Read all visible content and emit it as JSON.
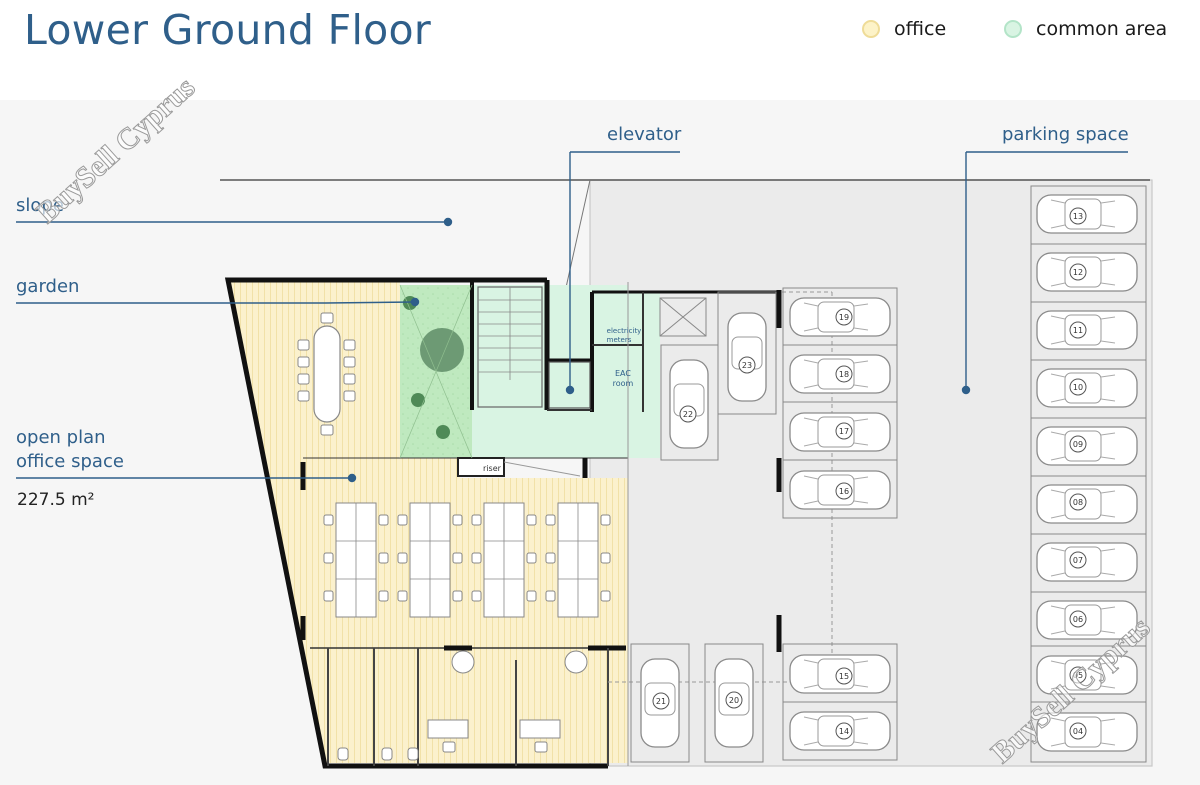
{
  "title": "Lower Ground Floor",
  "legend": [
    {
      "label": "office",
      "color": "#fdf3c8",
      "stroke": "#efdc98"
    },
    {
      "label": "common area",
      "color": "#d9f4e3",
      "stroke": "#b3e4c8"
    }
  ],
  "labels": {
    "slope": "slope",
    "garden": "garden",
    "elevator": "elevator",
    "parking": "parking space",
    "open_plan_1": "open plan",
    "open_plan_2": "office space",
    "area_value": "227.5 m²"
  },
  "rooms": {
    "electricity_1": "electricity",
    "electricity_2": "meters",
    "eac_1": "EAC",
    "eac_2": "room",
    "riser": "riser"
  },
  "parking_numbers": [
    "13",
    "12",
    "11",
    "10",
    "09",
    "08",
    "07",
    "06",
    "05",
    "04",
    "19",
    "18",
    "17",
    "16",
    "15",
    "14",
    "23",
    "22",
    "21",
    "20"
  ],
  "watermark": "BuySell Cyprus"
}
